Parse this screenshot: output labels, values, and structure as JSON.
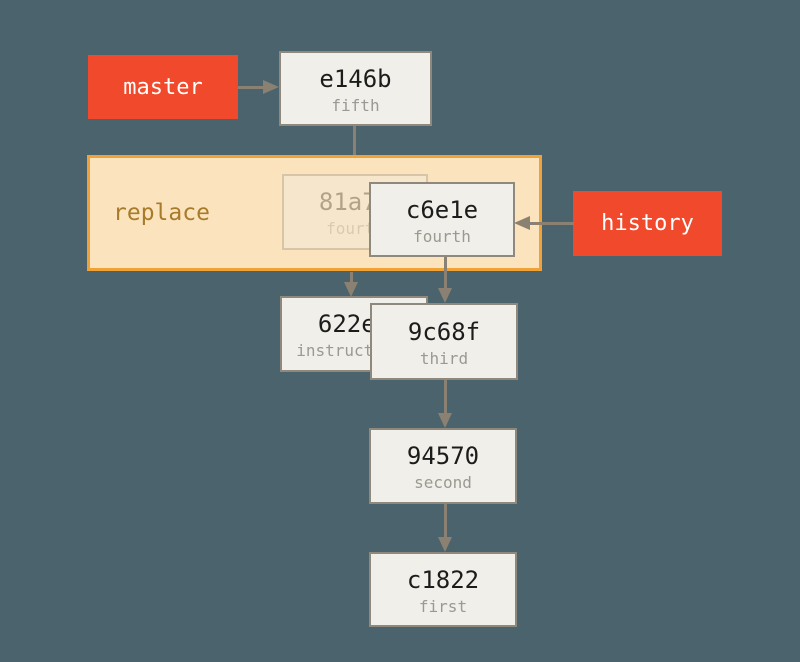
{
  "diagram": {
    "kind": "git-commit-graph-with-replace",
    "colors": {
      "background": "#4a636c",
      "ref_label_fill": "#f1492b",
      "ref_label_text": "#ffffff",
      "commit_fill": "#f0efe9",
      "commit_border": "#8f887c",
      "commit_hash_text": "#1c1c1c",
      "commit_message_text": "#9a9a92",
      "arrow": "#8a8173",
      "replace_region_fill": "#fae3bd",
      "replace_region_border": "#f1a237",
      "replace_label_text": "#a87b2a"
    }
  },
  "branches": {
    "master": {
      "label": "master"
    },
    "history": {
      "label": "history"
    }
  },
  "annotations": {
    "replace": {
      "label": "replace"
    }
  },
  "commits": [
    {
      "hash": "e146b",
      "message": "fifth"
    },
    {
      "hash": "81a70",
      "message": "fourth",
      "state": "faded-replaced"
    },
    {
      "hash": "c6e1e",
      "message": "fourth"
    },
    {
      "hash": "622e8",
      "message": "instructions",
      "state": "partially-hidden"
    },
    {
      "hash": "9c68f",
      "message": "third"
    },
    {
      "hash": "94570",
      "message": "second"
    },
    {
      "hash": "c1822",
      "message": "first"
    }
  ],
  "edges": [
    {
      "from": "master",
      "to": "e146b"
    },
    {
      "from": "e146b",
      "to": "replace-region"
    },
    {
      "from": "history",
      "to": "c6e1e"
    },
    {
      "from": "81a70",
      "to": "622e8"
    },
    {
      "from": "c6e1e",
      "to": "9c68f"
    },
    {
      "from": "9c68f",
      "to": "94570"
    },
    {
      "from": "94570",
      "to": "c1822"
    }
  ]
}
